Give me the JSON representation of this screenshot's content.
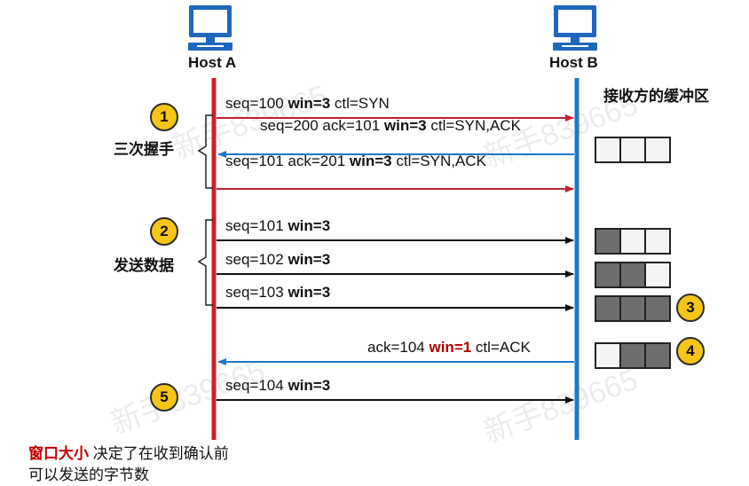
{
  "hosts": {
    "a": "Host A",
    "b": "Host B"
  },
  "buffer_title": "接收方的缓冲区",
  "phases": {
    "handshake": "三次握手",
    "send": "发送数据"
  },
  "badges": [
    "1",
    "2",
    "3",
    "4",
    "5"
  ],
  "messages": {
    "m1": {
      "pre": "seq=100 ",
      "bold": "win=3",
      "post": " ctl=SYN"
    },
    "m2": {
      "pre": "seq=200 ack=101 ",
      "bold": "win=3",
      "post": " ctl=SYN,ACK"
    },
    "m3": {
      "pre": "seq=101 ack=201 ",
      "bold": "win=3",
      "post": " ctl=SYN,ACK"
    },
    "m4": {
      "pre": "seq=101  ",
      "bold": "win=3",
      "post": ""
    },
    "m5": {
      "pre": "seq=102  ",
      "bold": "win=3",
      "post": ""
    },
    "m6": {
      "pre": "seq=103  ",
      "bold": "win=3",
      "post": ""
    },
    "m7": {
      "pre": "ack=104 ",
      "bold": "win=1",
      "post": "  ctl=ACK"
    },
    "m8": {
      "pre": "seq=104  ",
      "bold": "win=3",
      "post": ""
    }
  },
  "buffers": [
    [
      false,
      false,
      false
    ],
    [
      true,
      false,
      false
    ],
    [
      true,
      true,
      false
    ],
    [
      true,
      true,
      true
    ],
    [
      false,
      true,
      true
    ]
  ],
  "note": {
    "highlight": "窗口大小",
    "rest": " 决定了在收到确认前可以发送的字节数"
  },
  "watermark": "新手839665",
  "colors": {
    "host_a_line": "#d01f2e",
    "host_b_line": "#1f78c8",
    "arrow_red": "#c42032",
    "arrow_blue": "#1f78c8",
    "arrow_black": "#111111",
    "badge": "#f5c518"
  }
}
